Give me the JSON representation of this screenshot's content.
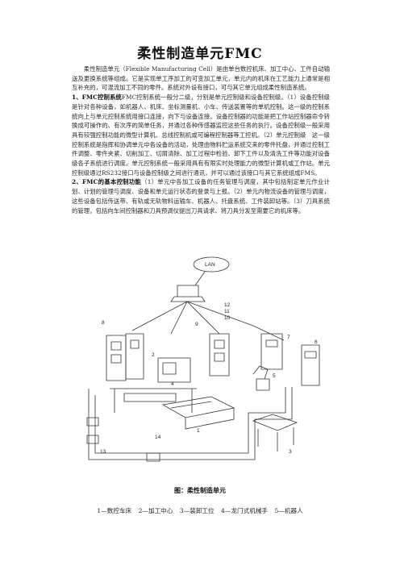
{
  "title": "柔性制造单元FMC",
  "intro": "柔性制造单元（Flexible Manufacturing Cell）是由单台数控机床、加工中心、工件自动输送及更换系统等组成。它是实现单工序加工的可变加工单元，单元内的机床在工艺能力上通常是相互补充的，可混流加工不同的零件。系统对外设有接口，可与其它单元组成柔性制造系统。",
  "section1": {
    "heading": "1、FMC控制系统",
    "text": "FMC控制系统一般分二级，分别是单元控制级和设备控制级。（1）设备控制级　是针对各种设备，如机器人、机床、坐标测量机、小车、传送装置等的单机控制。这一级的控制系统向上与单元控制系统用接口连接，向下与设备连接。设备控制器的功能是把工作站控制器命令转换成可操作的、有次序的简单任务，并通过各种传感器监控这些任务的执行。设备控制级一般采用具有较强控制功能的微型计算机、总线控制机或可编程控制器等工控机。（2）单元控制级　这一级控制系统是指挥和协调单元中各设备的活动，处理由物料贮运系统交来的零件托盘，并通过控制工件调整、零件夹紧、切削加工、切屑清除、加工过程中检验、卸下工件以及清洗工件等功能对设备级各子系统进行调度。单元控制系统一般采用具有有限实时处理能力的微型计算机或工作站。单元控制级通过RS232接口与设备控制级之间进行通讯，并可以通过该接口与其它系统组成FMS。"
  },
  "section2": {
    "heading": "2、FMC的基本控制功能",
    "text": "（1）单元中各加工设备的任务管理与调度，其中包括制定单元作业计划、计划的管理与调度、设备和单元运行状态的登录与上报。（2）单元内物流设备的管理与调度，这些设备包括传送带、有轨或无轨物料运输车、机器人、托盘系统、工件装卸站等。（3）刀具系统的管理，包括向车间控制器和刀具预调仪提出刀具请求、将刀具分发至需要它的机床等。"
  },
  "figure": {
    "lan_label": "LAN",
    "numbers": [
      "1",
      "2",
      "3",
      "4",
      "5",
      "6",
      "7",
      "8",
      "9",
      "10",
      "11",
      "12",
      "13",
      "14"
    ]
  },
  "caption": "图：柔性制造单元",
  "legend": [
    "1—数控车床",
    "2—加工中心",
    "3—装卸工位",
    "4—龙门式机械手",
    "5—机器人"
  ]
}
